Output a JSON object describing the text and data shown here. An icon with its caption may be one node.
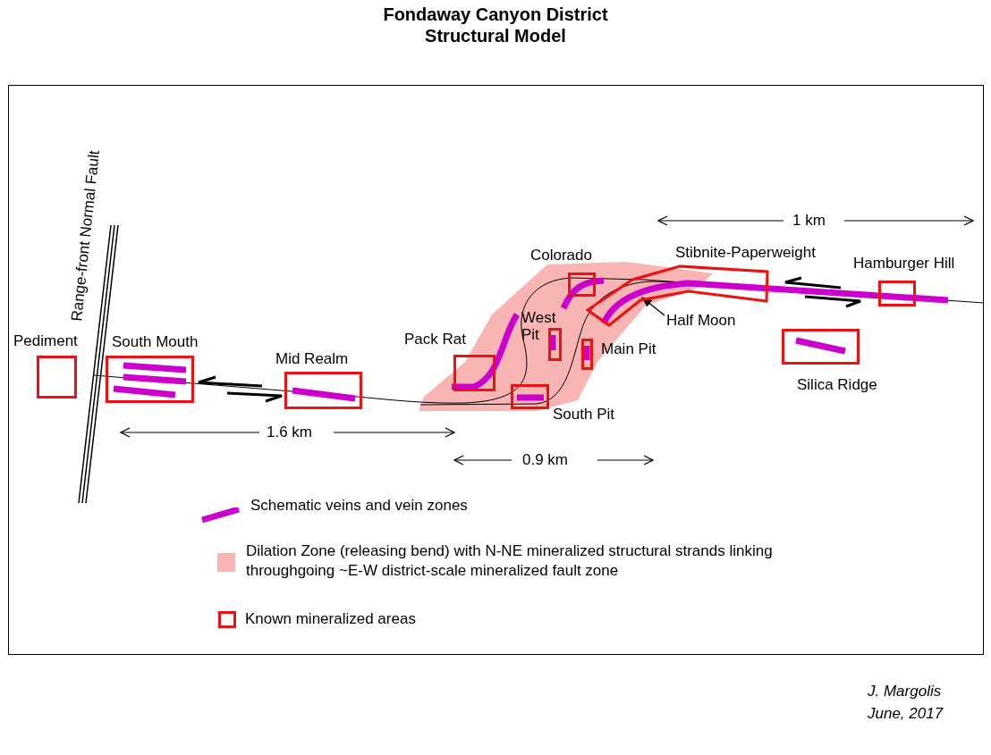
{
  "diagram": {
    "title": "Fondaway Canyon District Structural Model",
    "nodes": [
      {
        "text": [
          "Pediment"
        ]
      },
      {
        "text": [
          "South Mouth"
        ]
      },
      {
        "text": [
          "Mid Realm"
        ]
      },
      {
        "text": [
          "Pack Rat"
        ]
      },
      {
        "text": [
          "Colorado"
        ]
      },
      {
        "text": [
          "West Pit"
        ]
      },
      {
        "text": [
          "Main Pit"
        ]
      },
      {
        "text": [
          "South Pit"
        ]
      },
      {
        "text": [
          "Stibnite-Paperweight"
        ]
      },
      {
        "text": [
          "Hamburger Hill"
        ]
      },
      {
        "text": [
          "Silica Ridge"
        ]
      },
      {
        "text": [
          "Half Moon"
        ]
      }
    ],
    "edges": [
      {
        "from": 11,
        "to": 8,
        "arrow": "to"
      }
    ],
    "labels": [
      "Range-front Normal Fault",
      "1.6 km",
      "0.9 km",
      "1 km",
      "J. Margolis",
      "June, 2017"
    ],
    "legend": [
      {
        "text": "Schematic veins and vein zones"
      },
      {
        "text": "Dilation Zone (releasing bend) with N-NE mineralized structural strands linking throughgoing ~E-W district-scale mineralized fault zone",
        "color": "#f9b4b4"
      },
      {
        "text": "Known mineralized areas"
      }
    ]
  }
}
